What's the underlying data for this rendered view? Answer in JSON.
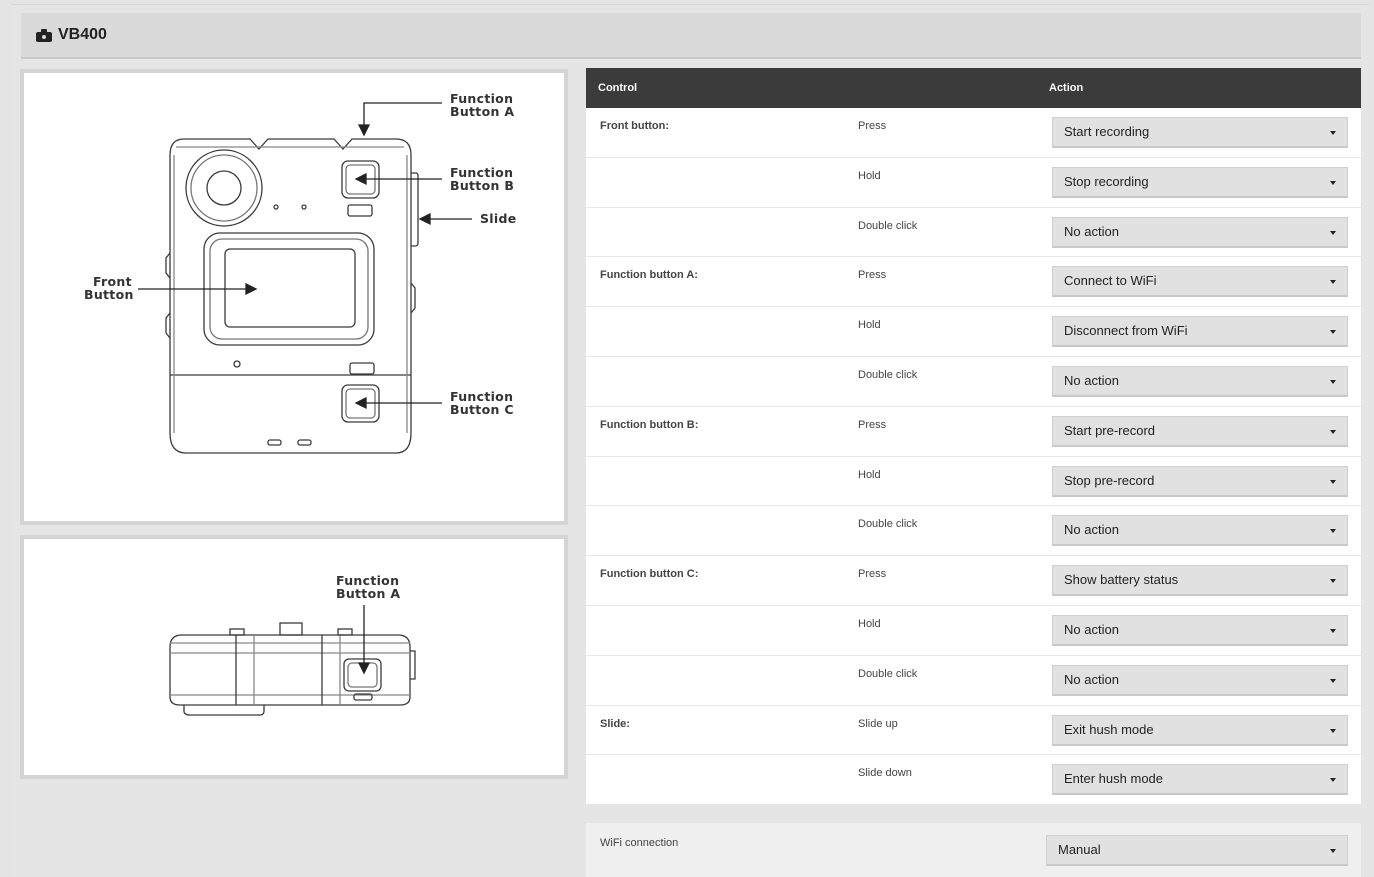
{
  "header": {
    "title": "VB400",
    "icon": "camera-icon"
  },
  "diagram_front": {
    "labels": {
      "function_a_l1": "Function",
      "function_a_l2": "Button A",
      "function_b_l1": "Function",
      "function_b_l2": "Button B",
      "slide": "Slide",
      "front_l1": "Front",
      "front_l2": "Button",
      "function_c_l1": "Function",
      "function_c_l2": "Button C"
    }
  },
  "diagram_top": {
    "labels": {
      "function_a_l1": "Function",
      "function_a_l2": "Button A"
    }
  },
  "table": {
    "col_control": "Control",
    "col_action": "Action",
    "rows": [
      {
        "control": "Front button:",
        "trigger": "Press",
        "action": "Start recording"
      },
      {
        "control": "",
        "trigger": "Hold",
        "action": "Stop recording"
      },
      {
        "control": "",
        "trigger": "Double click",
        "action": "No action"
      },
      {
        "control": "Function button A:",
        "trigger": "Press",
        "action": "Connect to WiFi"
      },
      {
        "control": "",
        "trigger": "Hold",
        "action": "Disconnect from WiFi"
      },
      {
        "control": "",
        "trigger": "Double click",
        "action": "No action"
      },
      {
        "control": "Function button B:",
        "trigger": "Press",
        "action": "Start pre-record"
      },
      {
        "control": "",
        "trigger": "Hold",
        "action": "Stop pre-record"
      },
      {
        "control": "",
        "trigger": "Double click",
        "action": "No action"
      },
      {
        "control": "Function button C:",
        "trigger": "Press",
        "action": "Show battery status"
      },
      {
        "control": "",
        "trigger": "Hold",
        "action": "No action"
      },
      {
        "control": "",
        "trigger": "Double click",
        "action": "No action"
      },
      {
        "control": "Slide:",
        "trigger": "Slide up",
        "action": "Exit hush mode"
      },
      {
        "control": "",
        "trigger": "Slide down",
        "action": "Enter hush mode"
      }
    ]
  },
  "wifi": {
    "label": "WiFi connection",
    "value": "Manual"
  }
}
